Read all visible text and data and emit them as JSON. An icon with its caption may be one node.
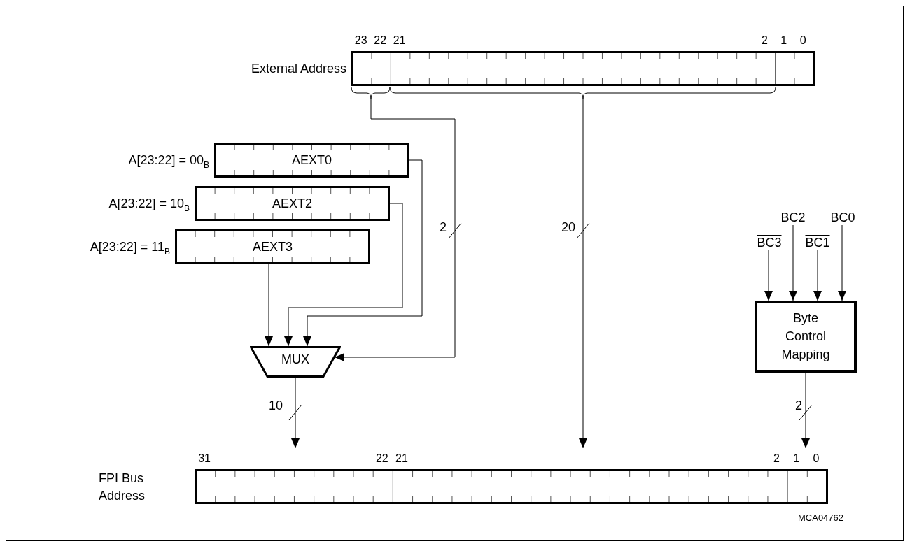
{
  "diagram": {
    "nodes": [
      {
        "text": [
          "External Address"
        ],
        "beside": [
          "23",
          "22",
          "21",
          "2",
          "1",
          "0"
        ]
      },
      {
        "text": [
          "A[23:22] = 00$_{B}$",
          "AEXT0"
        ]
      },
      {
        "text": [
          "A[23:22] = 10$_{B}$",
          "AEXT2"
        ]
      },
      {
        "text": [
          "A[23:22] = 11$_{B}$",
          "AEXT3"
        ]
      },
      {
        "text": [
          "MUX"
        ]
      },
      {
        "text": [
          "Byte Control Mapping"
        ]
      },
      {
        "text": [
          "FPI Bus Address"
        ],
        "beside": [
          "31",
          "22",
          "21",
          "2",
          "1",
          "0"
        ]
      },
      {
        "text": [
          "BC3"
        ]
      },
      {
        "text": [
          "BC2"
        ]
      },
      {
        "text": [
          "BC1"
        ]
      },
      {
        "text": [
          "BC0"
        ]
      }
    ],
    "edges": [
      {
        "from": 0,
        "to": 4,
        "arrow": "to",
        "label": "2"
      },
      {
        "from": 0,
        "to": 6,
        "arrow": "to",
        "label": "20"
      },
      {
        "from": 1,
        "to": 4,
        "arrow": "to"
      },
      {
        "from": 2,
        "to": 4,
        "arrow": "to"
      },
      {
        "from": 3,
        "to": 4,
        "arrow": "to"
      },
      {
        "from": 4,
        "to": 6,
        "arrow": "to",
        "label": "10"
      },
      {
        "from": 7,
        "to": 5,
        "arrow": "to"
      },
      {
        "from": 8,
        "to": 5,
        "arrow": "to"
      },
      {
        "from": 9,
        "to": 5,
        "arrow": "to"
      },
      {
        "from": 10,
        "to": 5,
        "arrow": "to"
      },
      {
        "from": 5,
        "to": 6,
        "arrow": "to",
        "label": "2"
      }
    ],
    "labels": [
      "MCA04762"
    ]
  }
}
